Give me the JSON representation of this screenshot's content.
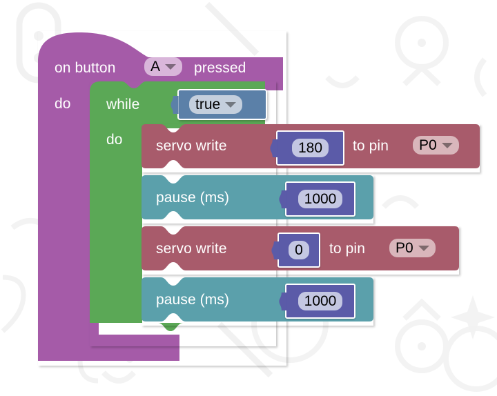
{
  "editor": {
    "name": "blocks-workspace",
    "background": "#ffffff"
  },
  "colors": {
    "event_purple": "#a55ba8",
    "loop_green": "#5ba856",
    "servo_maroon": "#a85b6b",
    "basic_teal": "#5ba0ab",
    "logic_blue": "#5b80a8",
    "number_slot": "#5b5ba8",
    "number_field": "#c4c7e2",
    "dropdown_light": "#d9b6da",
    "dropdown_pin": "#d9b6bb",
    "dropdown_logic": "#c4cfdd",
    "text_white": "#ffffff",
    "text_black": "#000000"
  },
  "program": {
    "event_block": {
      "prefix": "on button",
      "button_value": "A",
      "suffix": "pressed",
      "do_label": "do"
    },
    "while_block": {
      "keyword": "while",
      "condition_value": "true",
      "do_label": "do"
    },
    "statements": [
      {
        "kind": "servo-write",
        "prefix": "servo write",
        "value": "180",
        "mid": "to pin",
        "pin": "P0"
      },
      {
        "kind": "pause",
        "prefix": "pause (ms)",
        "value": "1000"
      },
      {
        "kind": "servo-write",
        "prefix": "servo write",
        "value": "0",
        "mid": "to pin",
        "pin": "P0"
      },
      {
        "kind": "pause",
        "prefix": "pause (ms)",
        "value": "1000"
      }
    ]
  }
}
